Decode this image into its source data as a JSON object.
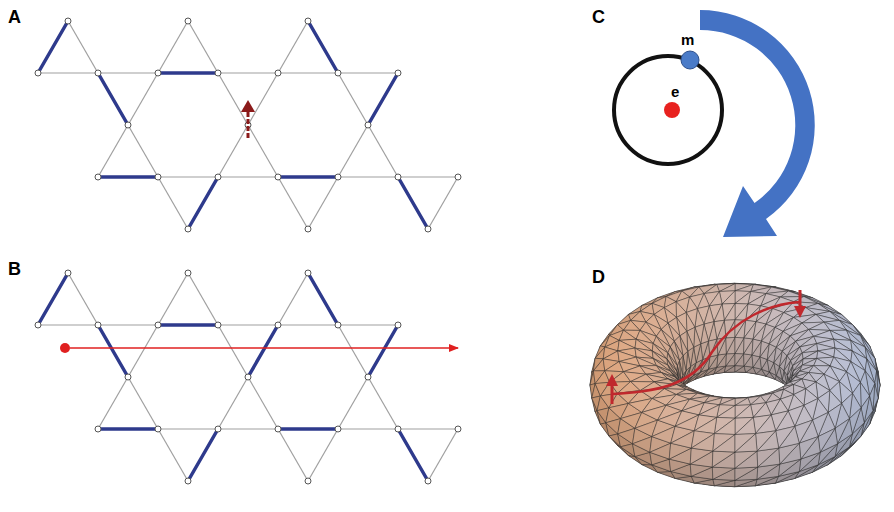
{
  "diagram": {
    "labels": [
      "A",
      "B",
      "C",
      "D",
      "m",
      "e"
    ]
  }
}
